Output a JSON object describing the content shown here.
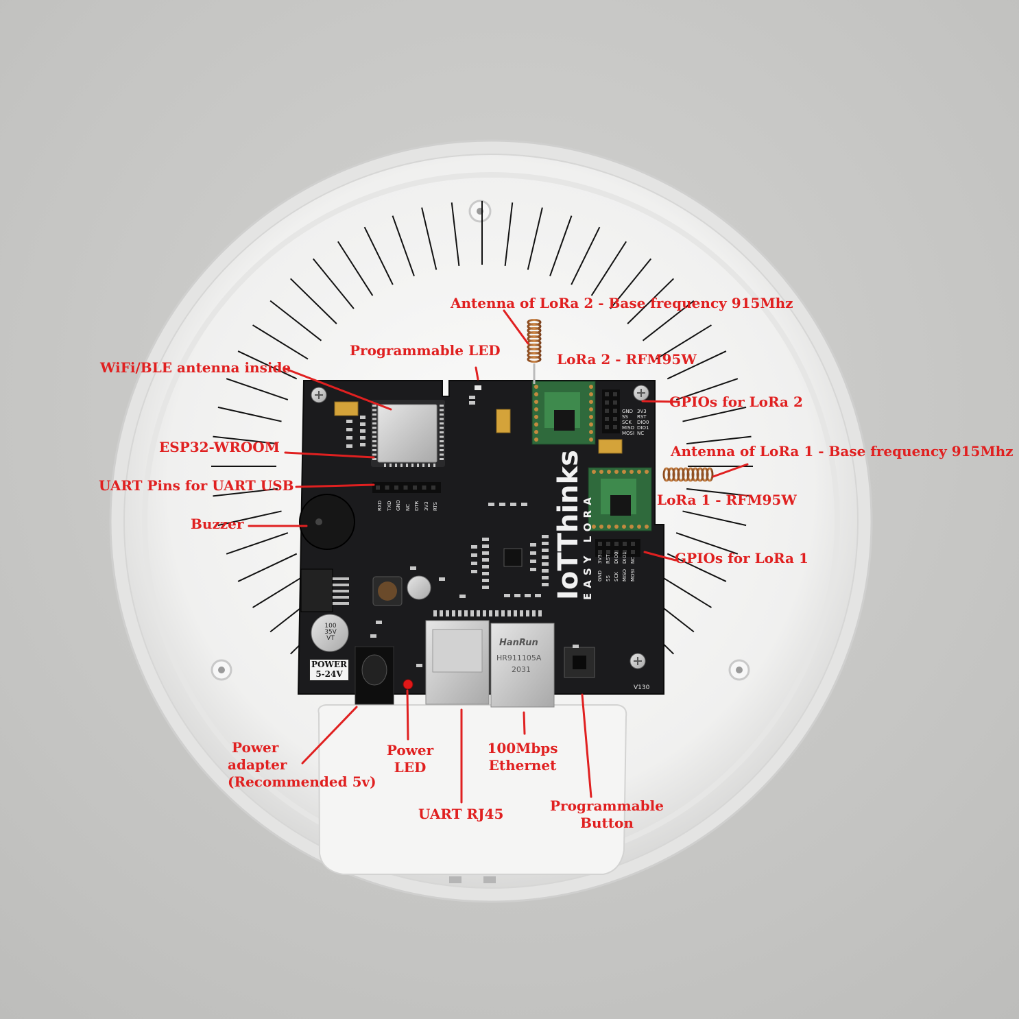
{
  "labels": {
    "antenna_lora2": "Antenna of LoRa 2 - Base frequency 915Mhz",
    "programmable_led": "Programmable LED",
    "lora2_module": "LoRa 2 - RFM95W",
    "wifi_ble_antenna": "WiFi/BLE antenna inside",
    "gpios_lora2": "GPIOs for LoRa 2",
    "esp32": "ESP32-WROOM",
    "antenna_lora1": "Antenna of LoRa 1  - Base frequency 915Mhz",
    "uart_pins": "UART Pins for UART USB",
    "lora1_module": "LoRa 1 - RFM95W",
    "buzzer": "Buzzer",
    "gpios_lora1": "GPIOs for LoRa 1",
    "power_adapter": [
      "Power",
      "adapter",
      "(Recommended 5v)"
    ],
    "power_led": [
      "Power",
      "LED"
    ],
    "ethernet": [
      "100Mbps",
      "Ethernet"
    ],
    "uart_rj45": "UART RJ45",
    "programmable_button": [
      "Programmable",
      "Button"
    ]
  },
  "board": {
    "brand": "IoTThinks",
    "sub": "EASY LORA",
    "power_badge": [
      "POWER",
      "5-24V"
    ],
    "version": "V130",
    "uart_pins": [
      "RXD",
      "TXD",
      "GND",
      "NC",
      "DTR",
      "3V3",
      "RTS"
    ],
    "gpio_lora2": [
      [
        "GND",
        "3V3"
      ],
      [
        "SS",
        "RST"
      ],
      [
        "SCK",
        "DIO0"
      ],
      [
        "MISO",
        "DIO1"
      ],
      [
        "MOSI",
        "NC"
      ]
    ],
    "gpio_lora1": [
      "GND",
      "SS",
      "SCK",
      "MISO",
      "MOSI",
      "3V3",
      "RST",
      "DIO0",
      "DIO1",
      "NC"
    ],
    "magjack_brand": "HanRun",
    "magjack_part": "HR911105A",
    "magjack_date": "2031",
    "cap_text": [
      "100",
      "35V",
      "VT"
    ]
  },
  "colors": {
    "callout": "#e02020",
    "pcb": "#1b1b1d",
    "enclosure": "#f1f1f0"
  }
}
